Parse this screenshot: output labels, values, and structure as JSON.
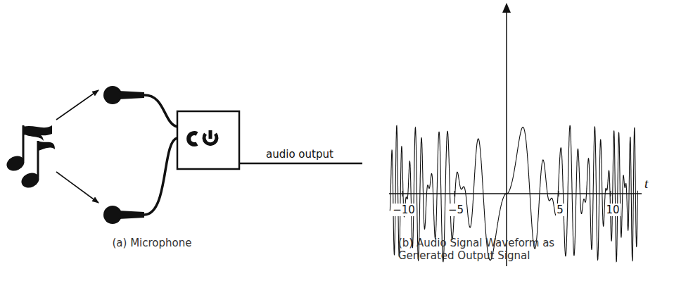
{
  "diagram": {
    "labels": [
      "audio output",
      "t",
      "−10",
      "−5",
      "5",
      "10",
      "(a) Microphone",
      "(b) Audio Signal Waveform as Generated Output Signal"
    ]
  }
}
